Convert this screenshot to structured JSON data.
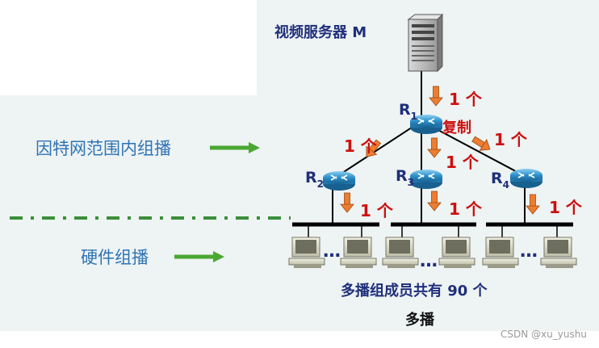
{
  "left_labels": {
    "app_multicast": "因特网范围内组播",
    "hw_multicast": "硬件组播"
  },
  "server": {
    "label": "视频服务器 M"
  },
  "routers": {
    "r1": {
      "letter": "R",
      "sub": "1"
    },
    "r2": {
      "letter": "R",
      "sub": "2"
    },
    "r3": {
      "letter": "R",
      "sub": "3"
    },
    "r4": {
      "letter": "R",
      "sub": "4"
    }
  },
  "copy_label": "复制",
  "count_label": "1 个",
  "dots": "…",
  "members_caption": "多播组成员共有 90 个",
  "title": "多播",
  "watermark": "CSDN @xu_yushu",
  "colors": {
    "blue_text": "#2e74b5",
    "navy_text": "#1f2f7a",
    "red_text": "#cc1010",
    "orange_arrow": "#ed7d31",
    "green_arrow": "#4aa832",
    "router": "#2b8fc9",
    "lan_line": "#000000"
  }
}
